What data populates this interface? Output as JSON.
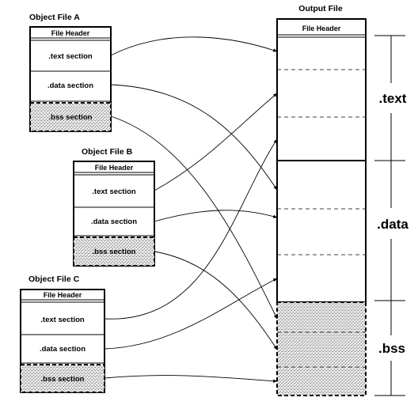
{
  "output": {
    "title": "Output File",
    "header": "File Header",
    "labels": {
      "text": ".text",
      "data": ".data",
      "bss": ".bss"
    }
  },
  "files": [
    {
      "title": "Object File A",
      "header": "File Header",
      "text": ".text section",
      "data": ".data section",
      "bss": ".bss section"
    },
    {
      "title": "Object File B",
      "header": "File Header",
      "text": ".text section",
      "data": ".data section",
      "bss": ".bss section"
    },
    {
      "title": "Object File C",
      "header": "File Header",
      "text": ".text section",
      "data": ".data section",
      "bss": ".bss section"
    }
  ],
  "colors": {
    "stroke": "#000000",
    "stipple": "#bdbdbd",
    "background": "#ffffff"
  }
}
